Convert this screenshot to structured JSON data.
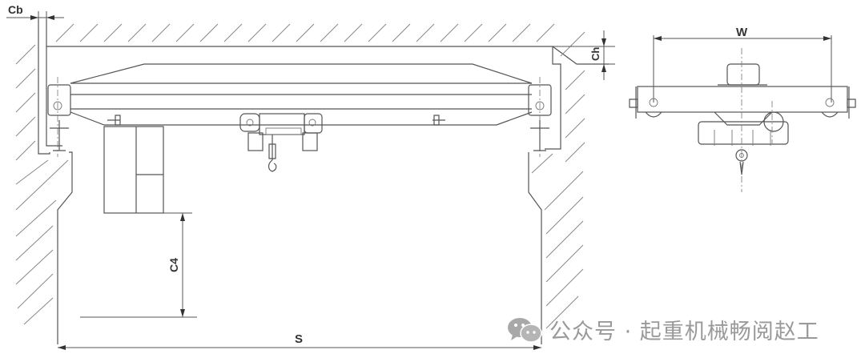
{
  "drawing": {
    "title": "Single girder overhead crane dimension drawing",
    "labels": {
      "cb": "Cb",
      "ch": "Ch",
      "c4": "C4",
      "span": "S",
      "width": "W"
    },
    "views": [
      "front-elevation",
      "side-elevation"
    ]
  },
  "watermark": {
    "icon": "wechat-icon",
    "text": "公众号 · 起重机械畅阅赵工"
  },
  "colors": {
    "line": "#555555",
    "hatch": "#888888",
    "watermark": "#9a9a9a",
    "background": "#ffffff"
  }
}
